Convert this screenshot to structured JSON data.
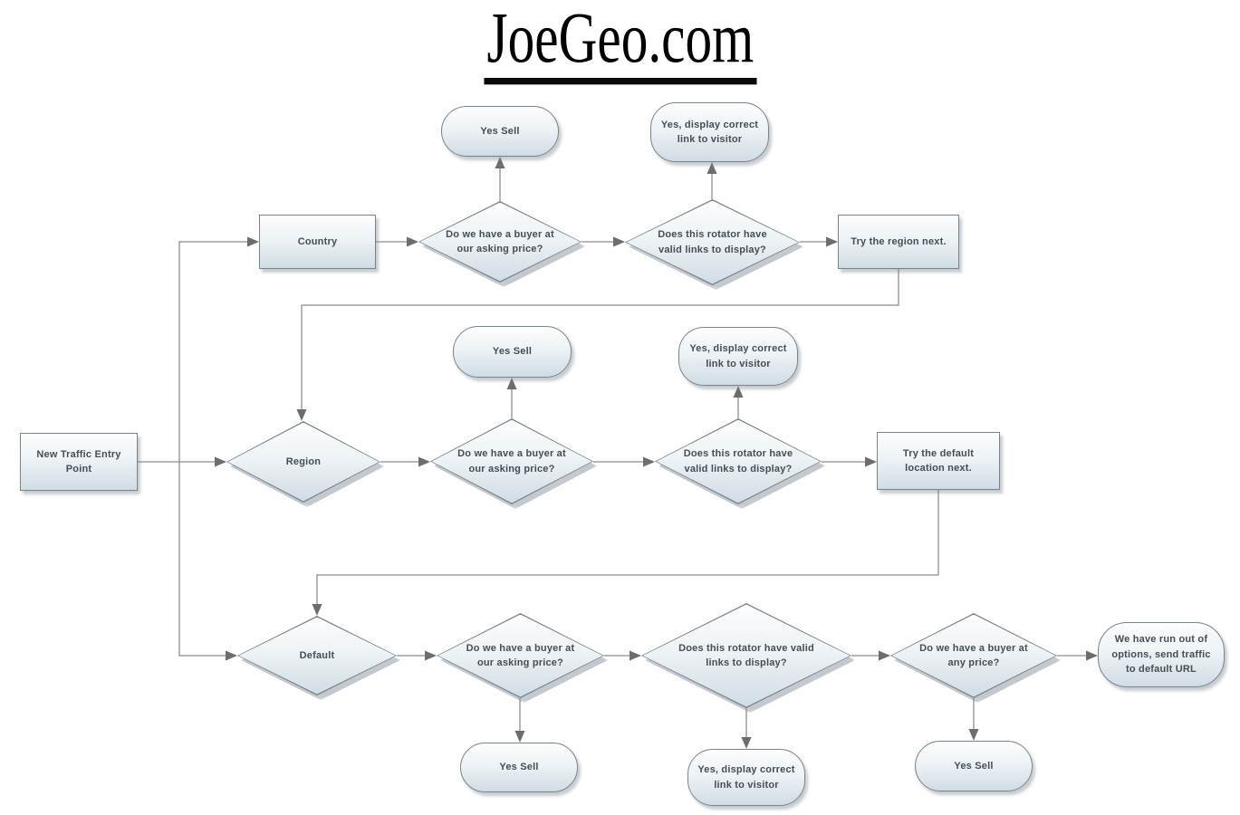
{
  "title": "JoeGeo.com",
  "diagram_type": "flowchart",
  "colors": {
    "background": "#ffffff",
    "shape_fill_top": "#fcfdfe",
    "shape_fill_bottom": "#d0dce4",
    "shape_border": "#79838a",
    "connector_line": "#8e8e8e",
    "arrowhead": "#6d6d6d",
    "label_text": "#454e55",
    "title_text": "#000000"
  },
  "nodes": {
    "new_traffic": {
      "type": "process",
      "label": "New Traffic Entry Point"
    },
    "country": {
      "type": "process",
      "label": "Country"
    },
    "row1_buyer": {
      "type": "decision",
      "label": "Do we have a buyer at our asking price?"
    },
    "row1_yes_sell": {
      "type": "terminator",
      "label": "Yes Sell"
    },
    "row1_rotator": {
      "type": "decision",
      "label": "Does this rotator have valid links to display?"
    },
    "row1_display_link": {
      "type": "terminator",
      "label": "Yes, display correct link to visitor"
    },
    "try_region": {
      "type": "process",
      "label": "Try the region next."
    },
    "region": {
      "type": "decision",
      "label": "Region"
    },
    "row2_buyer": {
      "type": "decision",
      "label": "Do we have a buyer at our asking price?"
    },
    "row2_yes_sell": {
      "type": "terminator",
      "label": "Yes Sell"
    },
    "row2_rotator": {
      "type": "decision",
      "label": "Does this rotator have valid links to display?"
    },
    "row2_display_link": {
      "type": "terminator",
      "label": "Yes, display correct link to visitor"
    },
    "try_default": {
      "type": "process",
      "label": "Try the default location next."
    },
    "default": {
      "type": "decision",
      "label": "Default"
    },
    "row3_buyer": {
      "type": "decision",
      "label": "Do we have a buyer at our asking price?"
    },
    "row3_yes_sell": {
      "type": "terminator",
      "label": "Yes Sell"
    },
    "row3_rotator": {
      "type": "decision",
      "label": "Does this rotator have valid links to display?"
    },
    "row3_display_link": {
      "type": "terminator",
      "label": "Yes, display correct link to visitor"
    },
    "row3_any_price": {
      "type": "decision",
      "label": "Do we have a buyer at any price?"
    },
    "row3_any_yes_sell": {
      "type": "terminator",
      "label": "Yes Sell"
    },
    "run_out": {
      "type": "terminator",
      "label": "We have run out of options, send traffic to default URL"
    }
  },
  "edges": [
    {
      "from": "new_traffic",
      "to": "country"
    },
    {
      "from": "new_traffic",
      "to": "region"
    },
    {
      "from": "new_traffic",
      "to": "default"
    },
    {
      "from": "country",
      "to": "row1_buyer"
    },
    {
      "from": "row1_buyer",
      "to": "row1_yes_sell"
    },
    {
      "from": "row1_buyer",
      "to": "row1_rotator"
    },
    {
      "from": "row1_rotator",
      "to": "row1_display_link"
    },
    {
      "from": "row1_rotator",
      "to": "try_region"
    },
    {
      "from": "try_region",
      "to": "region"
    },
    {
      "from": "region",
      "to": "row2_buyer"
    },
    {
      "from": "row2_buyer",
      "to": "row2_yes_sell"
    },
    {
      "from": "row2_buyer",
      "to": "row2_rotator"
    },
    {
      "from": "row2_rotator",
      "to": "row2_display_link"
    },
    {
      "from": "row2_rotator",
      "to": "try_default"
    },
    {
      "from": "try_default",
      "to": "default"
    },
    {
      "from": "default",
      "to": "row3_buyer"
    },
    {
      "from": "row3_buyer",
      "to": "row3_yes_sell"
    },
    {
      "from": "row3_buyer",
      "to": "row3_rotator"
    },
    {
      "from": "row3_rotator",
      "to": "row3_display_link"
    },
    {
      "from": "row3_rotator",
      "to": "row3_any_price"
    },
    {
      "from": "row3_any_price",
      "to": "row3_any_yes_sell"
    },
    {
      "from": "row3_any_price",
      "to": "run_out"
    }
  ]
}
